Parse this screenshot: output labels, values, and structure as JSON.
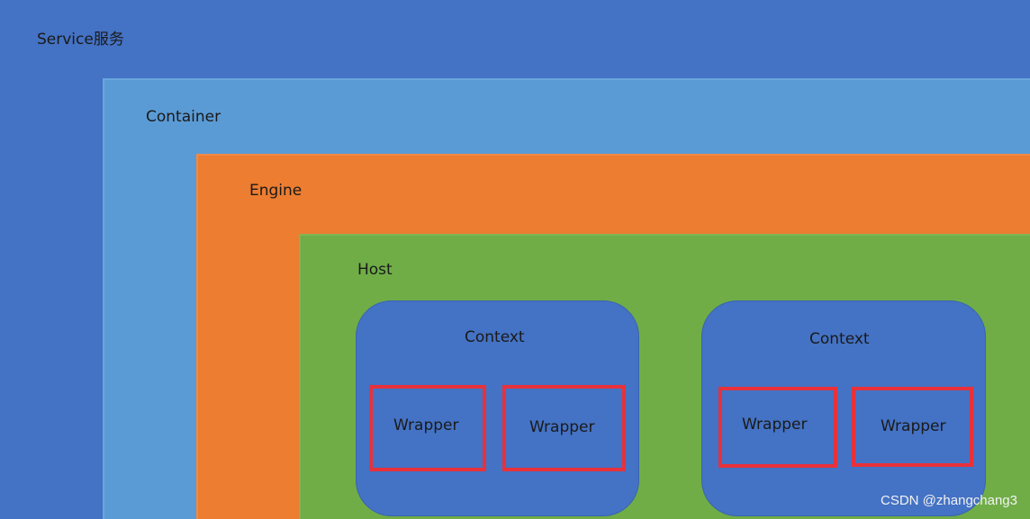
{
  "service": {
    "label": "Service服务"
  },
  "container": {
    "label": "Container"
  },
  "engine": {
    "label": "Engine"
  },
  "host": {
    "label": "Host"
  },
  "contexts": [
    {
      "label": "Context",
      "wrappers": [
        "Wrapper",
        "Wrapper"
      ]
    },
    {
      "label": "Context",
      "wrappers": [
        "Wrapper",
        "Wrapper"
      ]
    }
  ],
  "watermark": "CSDN @zhangchang3",
  "colors": {
    "service": "#4472c4",
    "container": "#5b9bd5",
    "engine": "#ed7d31",
    "host": "#70ad47",
    "context": "#4472c4",
    "wrapper_border": "#e8313a"
  }
}
